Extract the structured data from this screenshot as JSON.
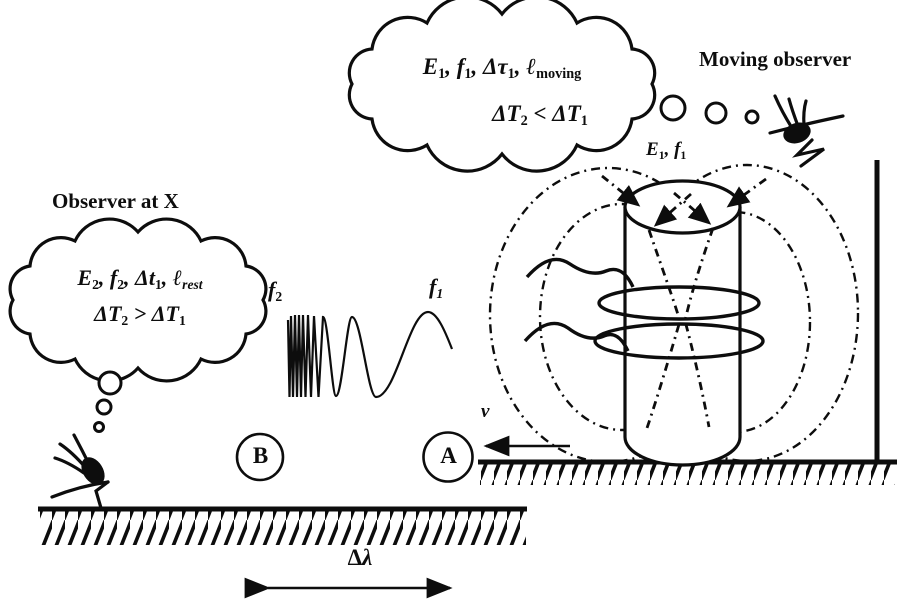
{
  "colors": {
    "ink": "#0d0d0d",
    "paper": "#ffffff"
  },
  "headings": {
    "moving_observer": "Moving observer",
    "observer_at_x": "Observer at X"
  },
  "cloud_moving": {
    "e": "E",
    "e_sub": "1",
    "f": ", f",
    "f_sub": "1",
    "tau": ", Δτ",
    "tau_sub": "1",
    "ell": ", ℓ",
    "ell_sub": "moving",
    "cmp_left": "ΔT",
    "cmp_left_sub": "2",
    "cmp_op": " < ",
    "cmp_right": "ΔT",
    "cmp_right_sub": "1"
  },
  "cloud_rest": {
    "e": "E",
    "e_sub": "2",
    "f": ", f",
    "f_sub": "2",
    "t": ", Δt",
    "t_sub": "1",
    "ell": ", ℓ",
    "ell_sub": "rest",
    "cmp_left": "ΔT",
    "cmp_left_sub": "2",
    "cmp_op": " > ",
    "cmp_right": "ΔT",
    "cmp_right_sub": "1"
  },
  "source_label": {
    "e": "E",
    "e_sub": "1",
    "f": ", f",
    "f_sub": "1"
  },
  "wave_labels": {
    "f2": "f",
    "f2_sub": "2",
    "f1": "f",
    "f1_sub": "1"
  },
  "points": {
    "a": "A",
    "b": "B"
  },
  "velocity_label": "v",
  "wavelength_label": {
    "delta": "Δ",
    "lambda": "λ"
  }
}
